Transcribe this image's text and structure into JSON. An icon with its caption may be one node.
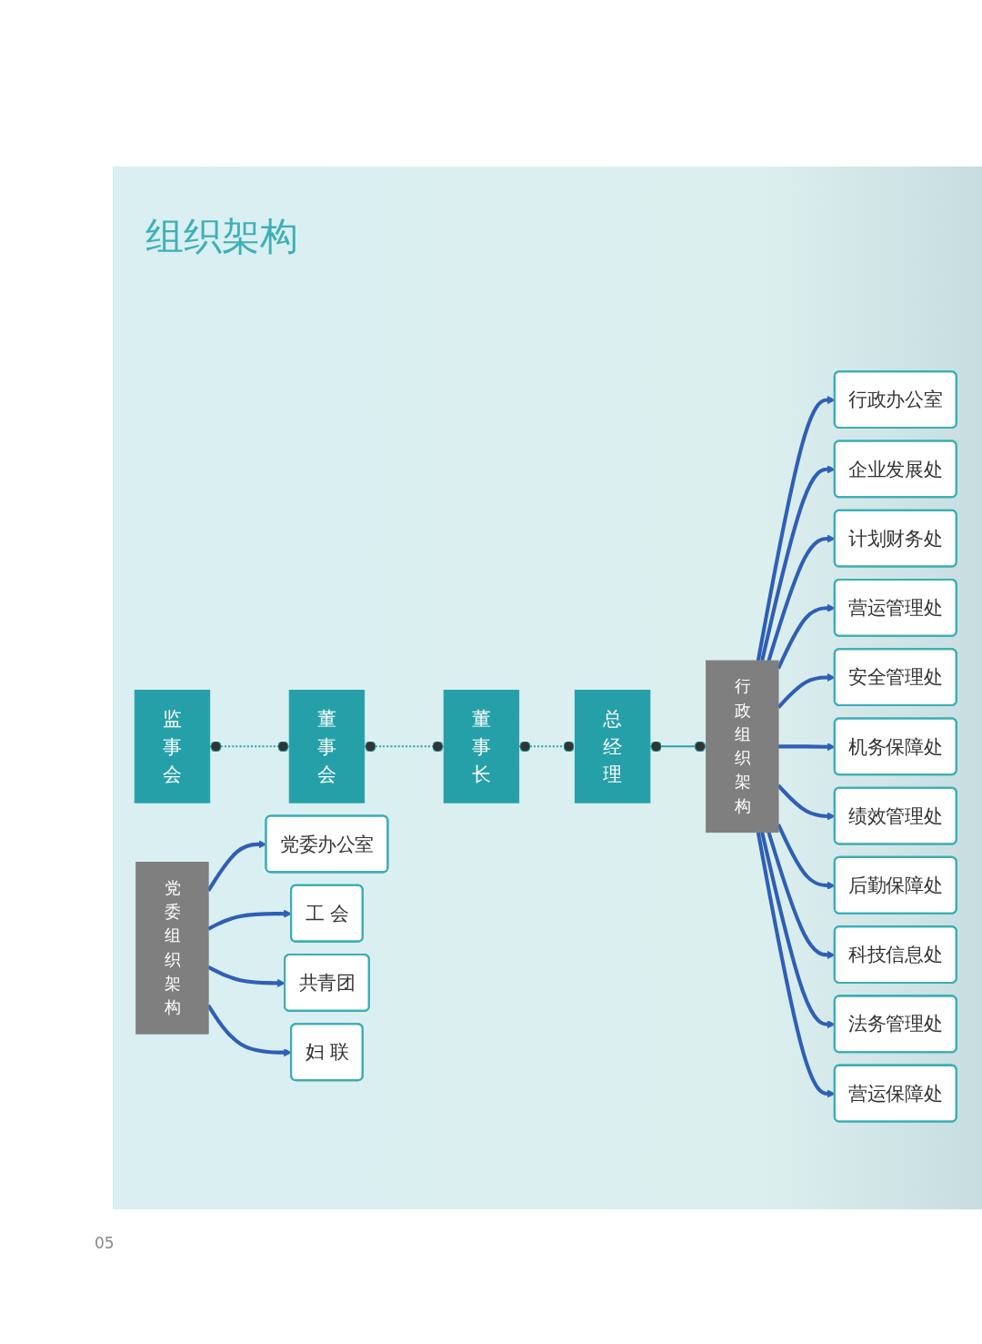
{
  "diagram": {
    "title": "组织架构",
    "nodes": [
      {
        "text": [
          "监事会"
        ]
      },
      {
        "text": [
          "董事会"
        ]
      },
      {
        "text": [
          "董事长"
        ]
      },
      {
        "text": [
          "总经理"
        ]
      },
      {
        "text": [
          "党委组织架构"
        ]
      },
      {
        "text": [
          "党委办公室"
        ]
      },
      {
        "text": [
          "工 会"
        ]
      },
      {
        "text": [
          "共青团"
        ]
      },
      {
        "text": [
          "妇 联"
        ]
      },
      {
        "text": [
          "行政组织架构"
        ]
      },
      {
        "text": [
          "行政办公室"
        ]
      },
      {
        "text": [
          "企业发展处"
        ]
      },
      {
        "text": [
          "计划财务处"
        ]
      },
      {
        "text": [
          "营运管理处"
        ]
      },
      {
        "text": [
          "安全管理处"
        ]
      },
      {
        "text": [
          "机务保障处"
        ]
      },
      {
        "text": [
          "绩效管理处"
        ]
      },
      {
        "text": [
          "后勤保障处"
        ]
      },
      {
        "text": [
          "科技信息处"
        ]
      },
      {
        "text": [
          "法务管理处"
        ]
      },
      {
        "text": [
          "营运保障处"
        ]
      }
    ],
    "edges": [
      {
        "from": 0,
        "to": 1,
        "arrow": "other",
        "style": "dashed",
        "color": "#2aa3a8"
      },
      {
        "from": 1,
        "to": 2,
        "arrow": "other",
        "style": "dashed",
        "color": "#2aa3a8"
      },
      {
        "from": 2,
        "to": 3,
        "arrow": "other",
        "style": "dashed",
        "color": "#2aa3a8"
      },
      {
        "from": 3,
        "to": 9,
        "arrow": "other",
        "color": "#2aa3a8"
      },
      {
        "from": 4,
        "to": 5,
        "arrow": "to"
      },
      {
        "from": 4,
        "to": 6,
        "arrow": "to"
      },
      {
        "from": 4,
        "to": 7,
        "arrow": "to"
      },
      {
        "from": 4,
        "to": 8,
        "arrow": "to"
      },
      {
        "from": 9,
        "to": 10,
        "arrow": "to"
      },
      {
        "from": 9,
        "to": 11,
        "arrow": "to"
      },
      {
        "from": 9,
        "to": 12,
        "arrow": "to"
      },
      {
        "from": 9,
        "to": 13,
        "arrow": "to"
      },
      {
        "from": 9,
        "to": 14,
        "arrow": "to"
      },
      {
        "from": 9,
        "to": 15,
        "arrow": "to"
      },
      {
        "from": 9,
        "to": 16,
        "arrow": "to"
      },
      {
        "from": 9,
        "to": 17,
        "arrow": "to"
      },
      {
        "from": 9,
        "to": 18,
        "arrow": "to"
      },
      {
        "from": 9,
        "to": 19,
        "arrow": "to"
      },
      {
        "from": 9,
        "to": 20,
        "arrow": "to"
      }
    ],
    "labels": [
      "05"
    ]
  }
}
